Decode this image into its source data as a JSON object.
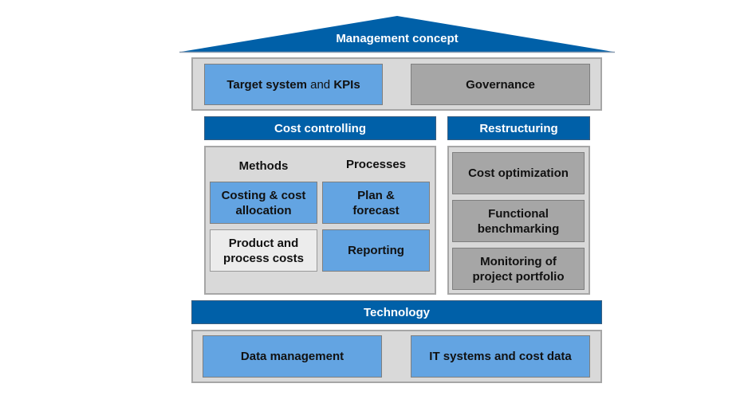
{
  "roof": {
    "label": "Management concept"
  },
  "management": {
    "target": {
      "part1": "Target system",
      "part2": " and ",
      "part3": "KPIs"
    },
    "governance": "Governance"
  },
  "cost_controlling": {
    "title": "Cost controlling",
    "methods_header": "Methods",
    "processes_header": "Processes",
    "costing": "Costing & cost allocation",
    "product_costs": "Product and process costs",
    "plan_forecast": "Plan & forecast",
    "reporting": "Reporting"
  },
  "restructuring": {
    "title": "Restructuring",
    "items": [
      "Cost optimization",
      "Functional benchmarking",
      "Monitoring of project portfolio"
    ]
  },
  "technology": {
    "title": "Technology",
    "data_management": "Data management",
    "it_systems": "IT systems and cost data"
  },
  "colors": {
    "dark_blue": "#0060a8",
    "light_blue": "#63a4e2",
    "gray": "#a6a6a6",
    "panel": "#d9d9d9"
  }
}
